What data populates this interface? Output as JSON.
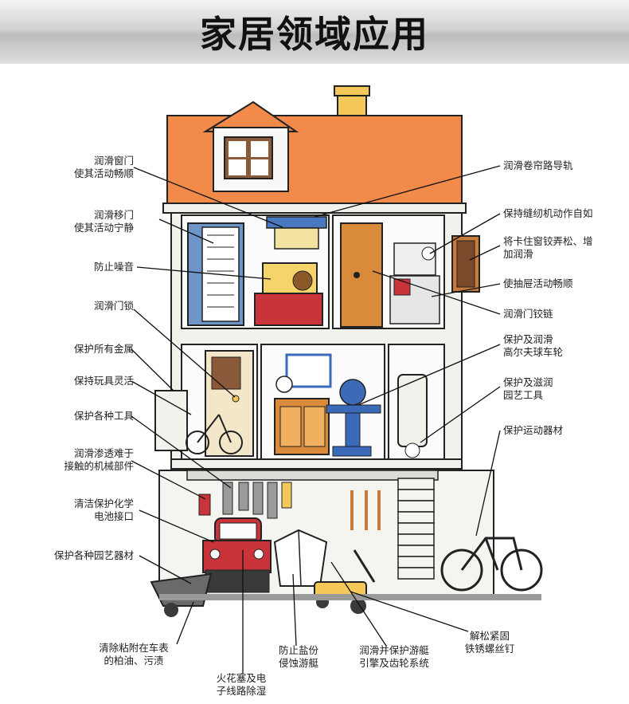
{
  "title": "家居领域应用",
  "labels": {
    "window_door": [
      "润滑窗门",
      "使其活动畅顺"
    ],
    "sliding_door": [
      "润滑移门",
      "使其活动宁静"
    ],
    "noise": [
      "防止噪音"
    ],
    "door_lock": [
      "润滑门锁"
    ],
    "metal": [
      "保护所有金属"
    ],
    "toys": [
      "保持玩具灵活"
    ],
    "tools": [
      "保护各种工具"
    ],
    "machine_parts": [
      "润滑渗透难于",
      "接触的机械部件"
    ],
    "battery": [
      "清洁保护化学",
      "电池接口"
    ],
    "garden_equipment": [
      "保护各种园艺器材"
    ],
    "tar_stain": [
      "清除粘附在车表",
      "的柏油、污渍"
    ],
    "spark_plug": [
      "火花塞及电",
      "子线路除湿"
    ],
    "salt_corrosion": [
      "防止盐份",
      "侵蚀游艇"
    ],
    "boat_engine": [
      "润滑并保护游艇",
      "引擎及齿轮系统"
    ],
    "rusty_screws": [
      "解松紧固",
      "铁锈螺丝钉"
    ],
    "blind_rail": [
      "润滑卷帘路导轨"
    ],
    "sewing_machine": [
      "保持缝纫机动作自如"
    ],
    "hinge_stuck": [
      "将卡住窗铰弄松、增",
      "加润滑"
    ],
    "drawer": [
      "使抽屉活动畅顺"
    ],
    "door_hinge": [
      "润滑门铰链"
    ],
    "golf_cart": [
      "保护及润滑",
      "高尔夫球车轮"
    ],
    "garden_tools": [
      "保护及滋润",
      "园艺工具"
    ],
    "sports": [
      "保护运动器材"
    ]
  }
}
